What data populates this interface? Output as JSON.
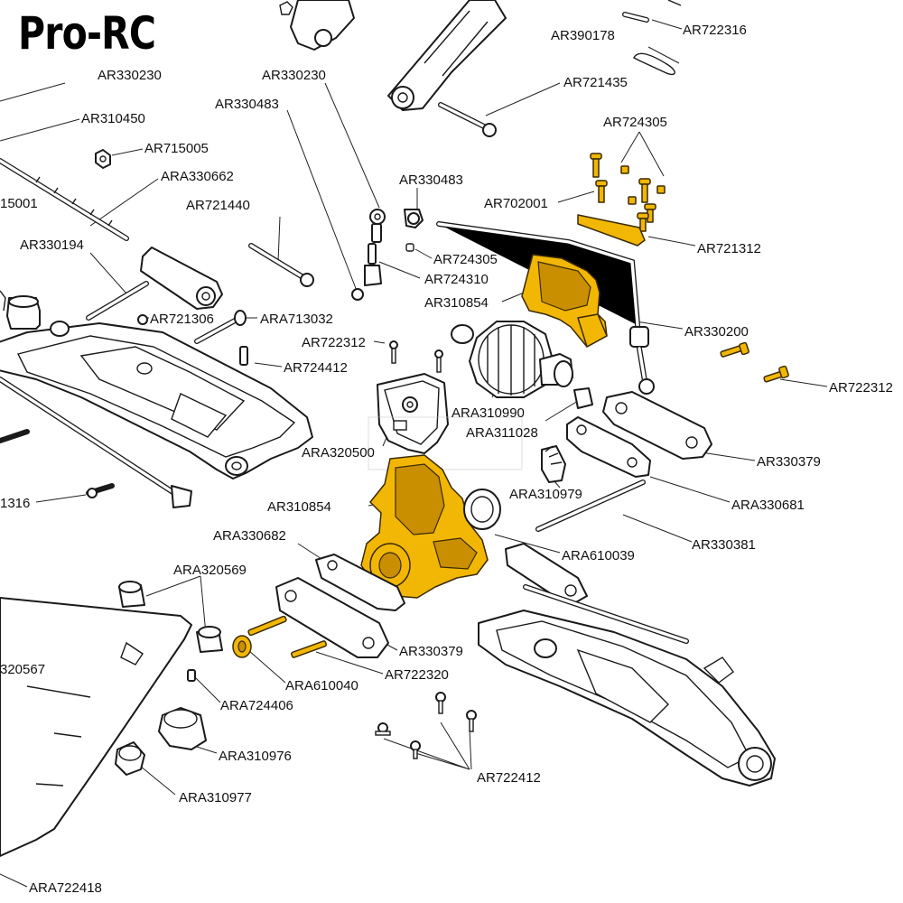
{
  "brand": "Pro-RC",
  "colors": {
    "highlight": "#f2b705",
    "outline": "#1a1a1a",
    "background": "#ffffff"
  },
  "labels": [
    {
      "id": "l01",
      "text": "AR722316"
    },
    {
      "id": "l02",
      "text": "AR390178"
    },
    {
      "id": "l03",
      "text": "AR330230"
    },
    {
      "id": "l04",
      "text": "AR721435"
    },
    {
      "id": "l05",
      "text": "AR330230"
    },
    {
      "id": "l06",
      "text": "AR310450"
    },
    {
      "id": "l07",
      "text": "AR330483"
    },
    {
      "id": "l08",
      "text": "AR724305"
    },
    {
      "id": "l09",
      "text": "AR715005"
    },
    {
      "id": "l10",
      "text": "ARA330662"
    },
    {
      "id": "l11",
      "text": "AR330483"
    },
    {
      "id": "l12",
      "text": "15001"
    },
    {
      "id": "l13",
      "text": "AR721440"
    },
    {
      "id": "l14",
      "text": "AR702001"
    },
    {
      "id": "l15",
      "text": "AR721312"
    },
    {
      "id": "l16",
      "text": "AR330194"
    },
    {
      "id": "l17",
      "text": "AR724305"
    },
    {
      "id": "l18",
      "text": "AR724310"
    },
    {
      "id": "l19",
      "text": "AR310854"
    },
    {
      "id": "l20",
      "text": "AR721306"
    },
    {
      "id": "l21",
      "text": "ARA713032"
    },
    {
      "id": "l22",
      "text": "AR330200"
    },
    {
      "id": "l23",
      "text": "AR722312"
    },
    {
      "id": "l24",
      "text": "AR724412"
    },
    {
      "id": "l25",
      "text": "AR722312"
    },
    {
      "id": "l26",
      "text": "ARA310990"
    },
    {
      "id": "l27",
      "text": "ARA311028"
    },
    {
      "id": "l28",
      "text": "ARA320500"
    },
    {
      "id": "l29",
      "text": "AR330379"
    },
    {
      "id": "l30",
      "text": "1316"
    },
    {
      "id": "l31",
      "text": "ARA310979"
    },
    {
      "id": "l32",
      "text": "AR310854"
    },
    {
      "id": "l33",
      "text": "ARA330681"
    },
    {
      "id": "l34",
      "text": "ARA330682"
    },
    {
      "id": "l35",
      "text": "AR330381"
    },
    {
      "id": "l36",
      "text": "ARA610039"
    },
    {
      "id": "l37",
      "text": "ARA320569"
    },
    {
      "id": "l38",
      "text": "AR330379"
    },
    {
      "id": "l39",
      "text": "AR722320"
    },
    {
      "id": "l40",
      "text": "ARA610040"
    },
    {
      "id": "l41",
      "text": "320567"
    },
    {
      "id": "l42",
      "text": "ARA724406"
    },
    {
      "id": "l43",
      "text": "ARA310976"
    },
    {
      "id": "l44",
      "text": "AR722412"
    },
    {
      "id": "l45",
      "text": "ARA310977"
    },
    {
      "id": "l46",
      "text": "ARA722418"
    }
  ]
}
